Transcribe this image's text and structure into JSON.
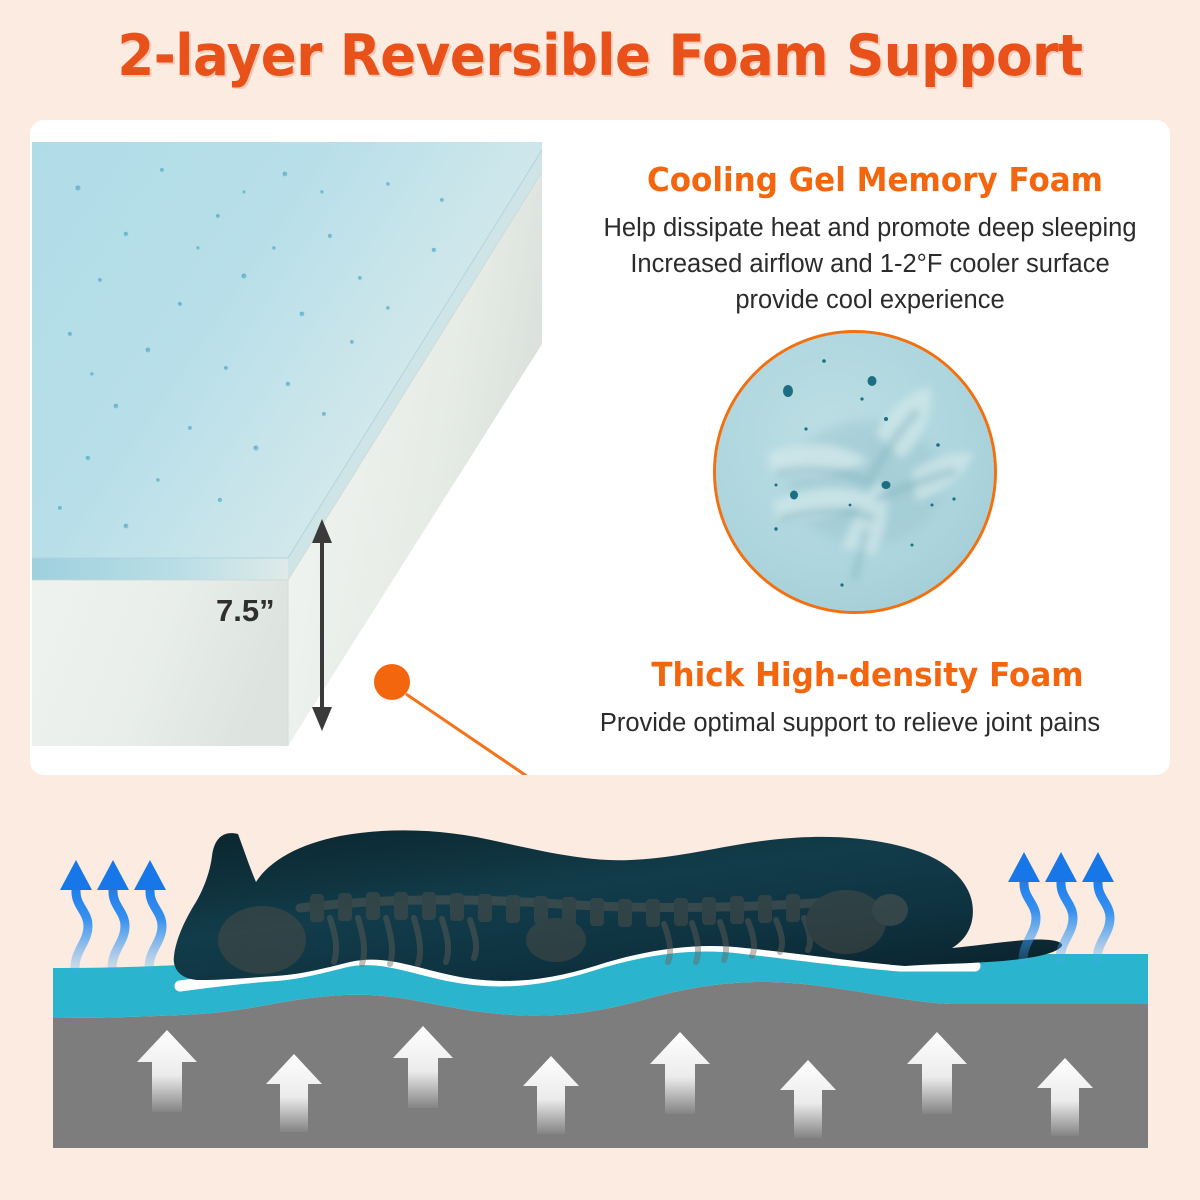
{
  "banner": {
    "title": "2-layer Reversible Foam Support",
    "title_color": "#E8511A",
    "background_color": "#FCEBE0"
  },
  "card": {
    "background_color": "#FFFFFF"
  },
  "product": {
    "dimension_label": "7.5”",
    "dimension_icon": "double-arrow-vertical-icon",
    "top_layer_color": "#B4DCE6",
    "bottom_layer_color": "#EEF1EC"
  },
  "callouts": [
    {
      "id": "cooling-gel",
      "heading": "Cooling Gel Memory Foam",
      "heading_color": "#F4660E",
      "body_lines": [
        "Help dissipate heat and promote deep sleeping",
        "Increased airflow and 1-2°F cooler surface",
        "provide cool experience"
      ]
    },
    {
      "id": "high-density",
      "heading": "Thick High-density Foam",
      "heading_color": "#F4660E",
      "body_lines": [
        "Provide optimal support to relieve joint pains"
      ]
    }
  ],
  "inset": {
    "caption_icon": "handprint-impression-photo",
    "border_color": "#F4700F",
    "fill_color": "#AED7DF"
  },
  "marker": {
    "dot_color": "#F4660E",
    "line_color": "#F4731B"
  },
  "scene": {
    "subject_icon": "dog-silhouette-with-skeleton",
    "subject_color": "#10303C",
    "comfort_layer_color": "#2BB4CE",
    "support_layer_color": "#7D7D7D",
    "contour_line_color": "#FFFFFF",
    "airflow_icon": "wavy-up-arrow-icon",
    "airflow_color": "#1E7FE8",
    "airflow_arrow_count_left": 3,
    "airflow_arrow_count_right": 3,
    "support_icon": "up-arrow-icon",
    "support_arrow_color": "#FFFFFF",
    "support_arrow_count": 8
  }
}
